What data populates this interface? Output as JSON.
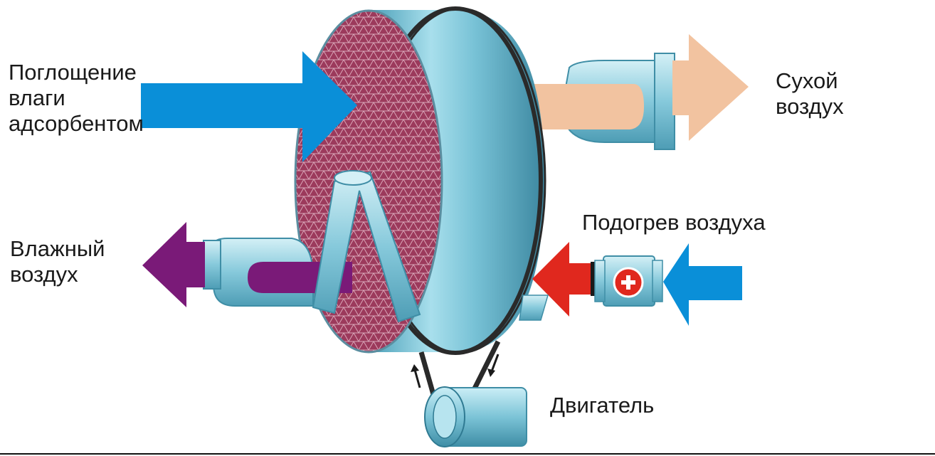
{
  "labels": {
    "adsorption": [
      "Поглощение",
      "влаги",
      "адсорбентом"
    ],
    "dry_air": [
      "Сухой",
      "воздух"
    ],
    "heating": "Подогрев воздуха",
    "humid_air": [
      "Влажный",
      "воздух"
    ],
    "motor": "Двигатель"
  },
  "colors": {
    "inlet_arrow": "#0a8fd8",
    "dry_air_arrow": "#f2c3a0",
    "humid_air_arrow": "#7a1a78",
    "heated_arrow": "#e0281e",
    "housing": "#7ec6d8",
    "housing_dark": "#3f8ea6",
    "rotor_media": "#a03a5c",
    "heater_symbol": "#e0281e"
  },
  "icons": {
    "heater": "plus-icon"
  }
}
